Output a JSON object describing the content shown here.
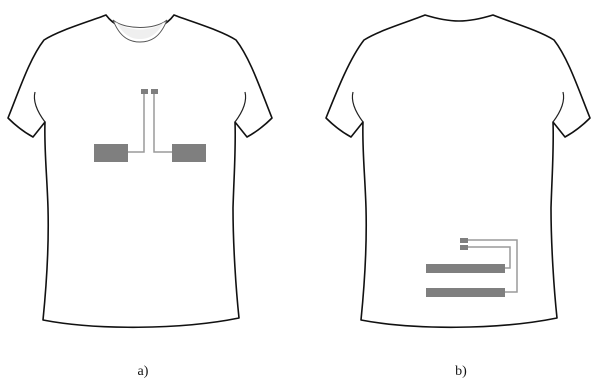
{
  "panels": [
    {
      "id": "a",
      "caption": "a)"
    },
    {
      "id": "b",
      "caption": "b)"
    }
  ],
  "colors": {
    "outline": "#111111",
    "shirt_fill": "#ffffff",
    "component_fill": "#7f7f7f",
    "trace_stroke": "#9a9a9a"
  }
}
